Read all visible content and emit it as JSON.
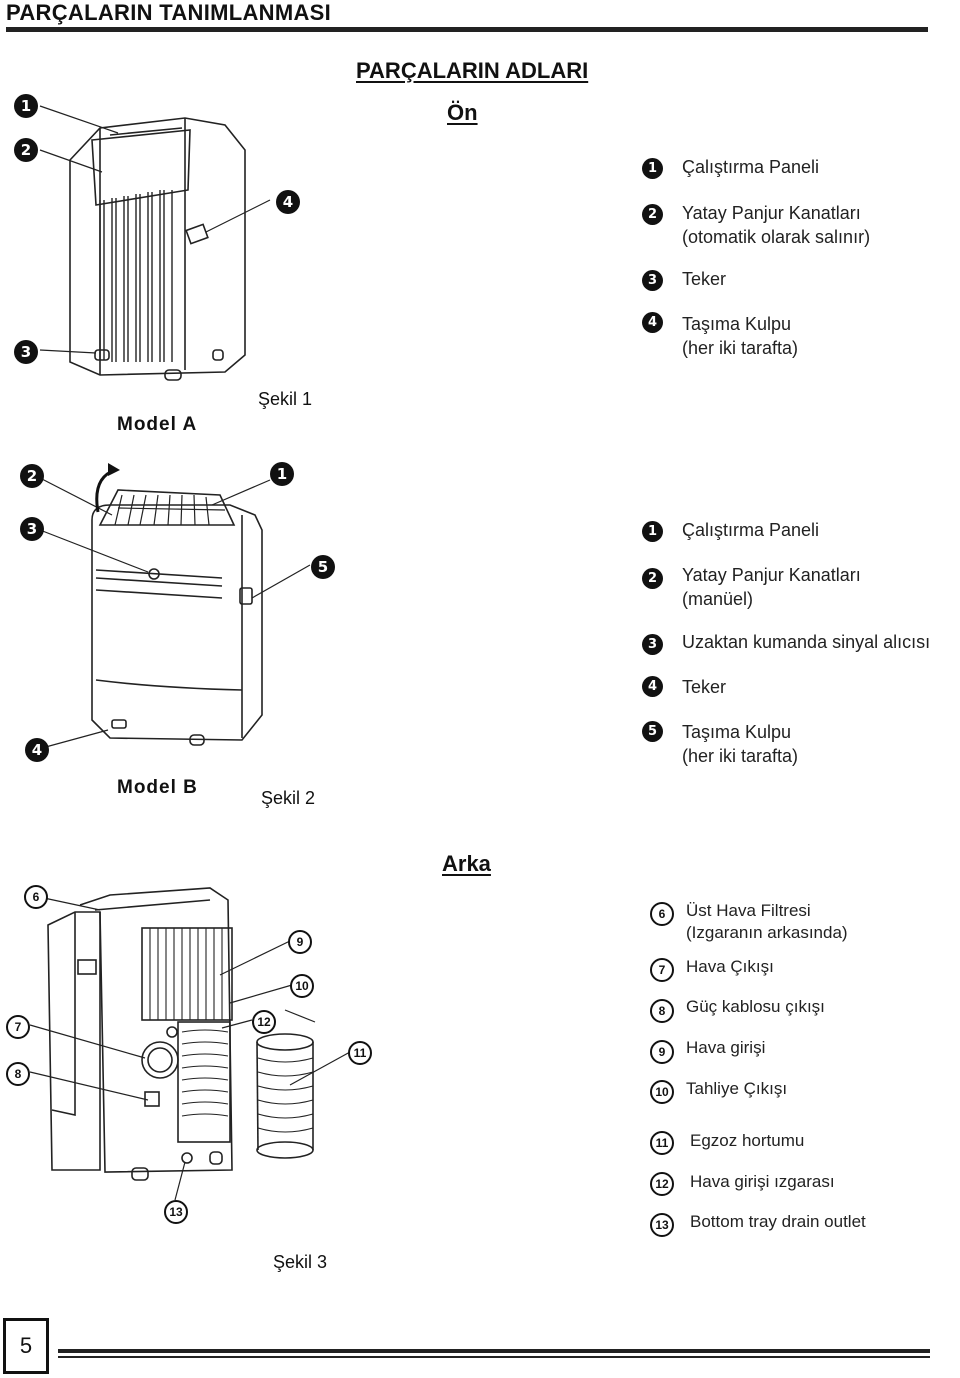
{
  "header": {
    "title": "PARÇALARIN TANIMLANMASI"
  },
  "subtitle": "PARÇALARIN ADLARI",
  "sections": {
    "front": "Ön",
    "back": "Arka"
  },
  "model_a": {
    "model_label": "Model A",
    "figure": "Şekil 1",
    "items": [
      {
        "num": "1",
        "text": "Çalıştırma Paneli"
      },
      {
        "num": "2",
        "text": "Yatay Panjur Kanatları\n(otomatik olarak salınır)"
      },
      {
        "num": "3",
        "text": "Teker"
      },
      {
        "num": "4",
        "text": "Taşıma Kulpu\n(her iki tarafta)"
      }
    ]
  },
  "model_b": {
    "model_label": "Model B",
    "figure": "Şekil 2",
    "items": [
      {
        "num": "1",
        "text": "Çalıştırma Paneli"
      },
      {
        "num": "2",
        "text": "Yatay Panjur Kanatları\n(manüel)"
      },
      {
        "num": "3",
        "text": "Uzaktan kumanda sinyal alıcısı"
      },
      {
        "num": "4",
        "text": "Teker"
      },
      {
        "num": "5",
        "text": "Taşıma Kulpu\n(her iki tarafta)"
      }
    ]
  },
  "rear": {
    "figure": "Şekil 3",
    "items": [
      {
        "num": "6",
        "text": "Üst Hava Filtresi\n(Izgaranın arkasında)"
      },
      {
        "num": "7",
        "text": "Hava Çıkışı"
      },
      {
        "num": "8",
        "text": "Güç kablosu çıkışı"
      },
      {
        "num": "9",
        "text": "Hava girişi"
      },
      {
        "num": "10",
        "text": "Tahliye Çıkışı"
      },
      {
        "num": "11",
        "text": "Egzoz hortumu"
      },
      {
        "num": "12",
        "text": "Hava girişi ızgarası"
      },
      {
        "num": "13",
        "text": "Bottom tray drain outlet"
      }
    ]
  },
  "page_number": "5"
}
